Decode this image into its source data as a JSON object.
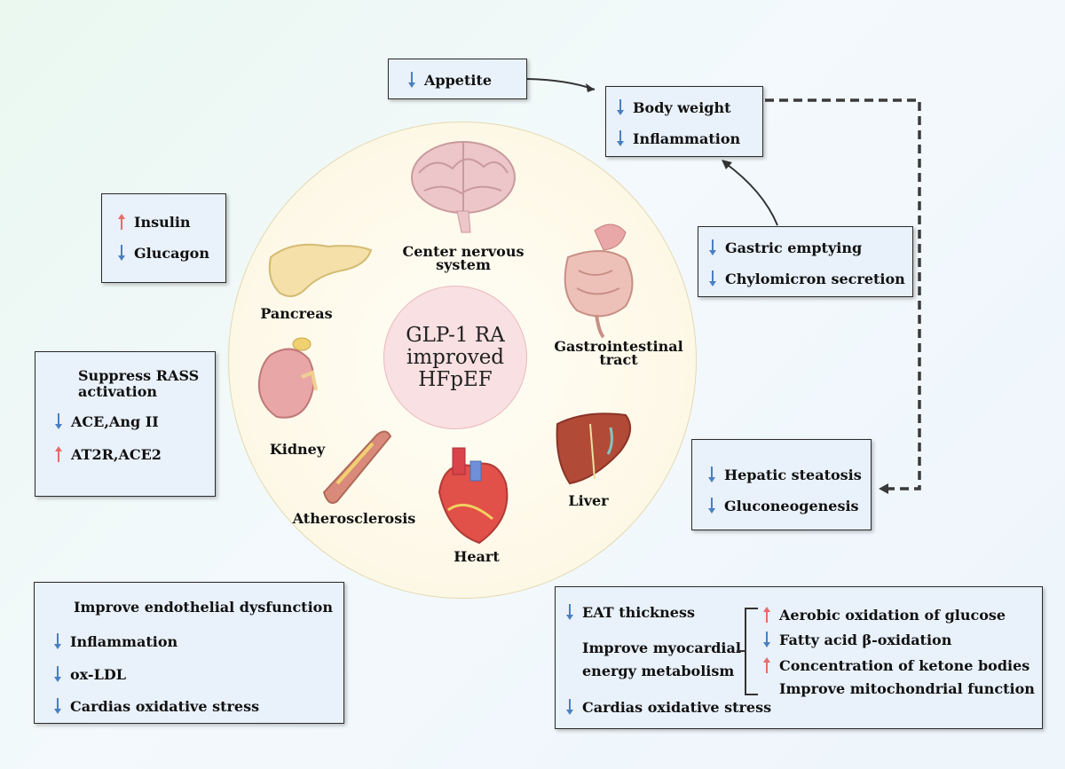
{
  "center": {
    "line1": "GLP-1 RA",
    "line2": "improved",
    "line3": "HFpEF"
  },
  "organs": {
    "brain_line1": "Center nervous",
    "brain_line2": "system",
    "pancreas": "Pancreas",
    "gi_line1": "Gastrointestinal",
    "gi_line2": "tract",
    "kidney": "Kidney",
    "liver": "Liver",
    "athero": "Atherosclerosis",
    "heart": "Heart"
  },
  "appetite_box": {
    "item": "Appetite"
  },
  "body_box": {
    "items": [
      "Body weight",
      "Inflammation"
    ]
  },
  "gastric_box": {
    "items": [
      "Gastric emptying",
      "Chylomicron secretion"
    ]
  },
  "insulin_box": {
    "items": [
      "Insulin",
      "Glucagon"
    ]
  },
  "rass_box": {
    "title_line1": "Suppress RASS",
    "title_line2": "activation",
    "items": [
      "ACE,Ang II",
      "AT2R,ACE2"
    ]
  },
  "hepatic_box": {
    "items": [
      "Hepatic steatosis",
      "Gluconeogenesis"
    ]
  },
  "endo_box": {
    "title": "Improve endothelial dysfunction",
    "items": [
      "Inflammation",
      "ox-LDL",
      "Cardias oxidative stress"
    ]
  },
  "heart_box": {
    "eat": "EAT thickness",
    "myo_line1": "Improve myocardial",
    "myo_line2": "energy metabolism",
    "subitems": [
      "Aerobic oxidation of glucose",
      "Fatty acid β-oxidation",
      "Concentration of ketone bodies",
      "Improve mitochondrial function"
    ],
    "oxidative": "Cardias oxidative stress"
  },
  "colors": {
    "down_arrow": "#4a7fc1",
    "up_arrow": "#e86a6a",
    "box_fill": "#e9f1fa"
  }
}
